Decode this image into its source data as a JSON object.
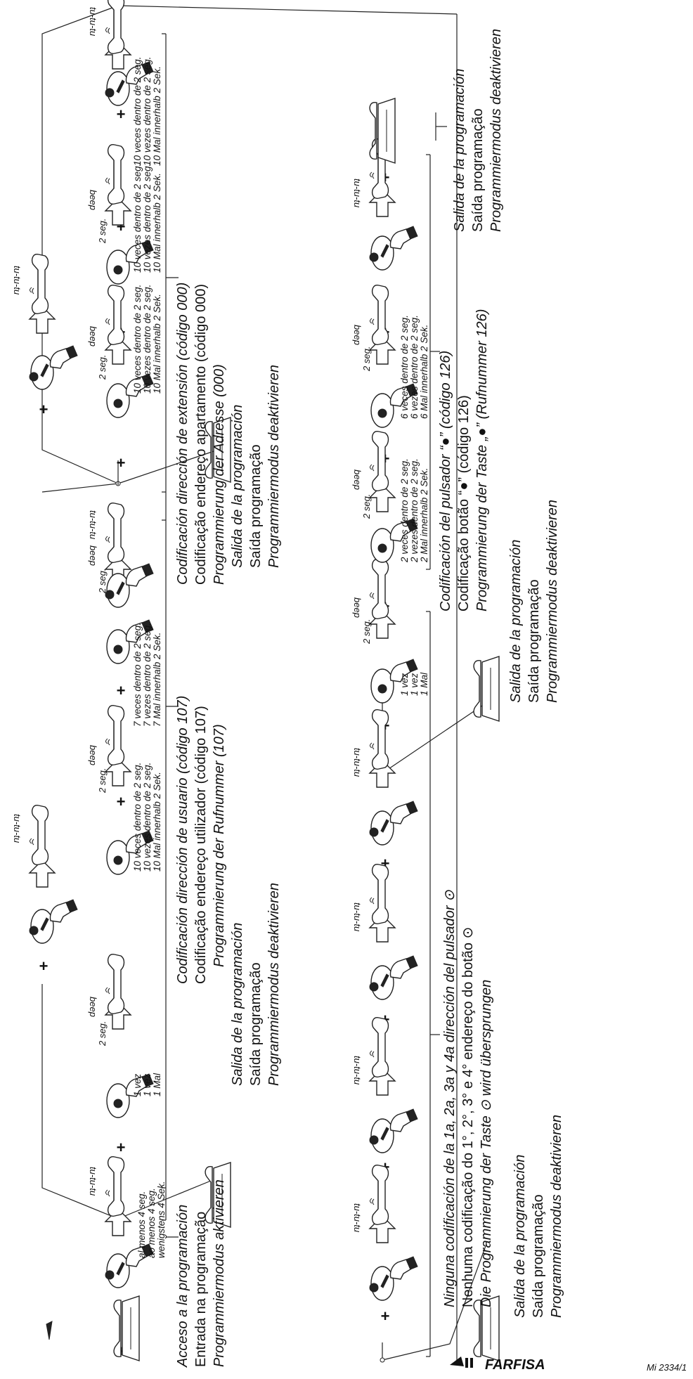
{
  "logo": {
    "text": "FARFISA"
  },
  "doc_code": "Mi 2334/1",
  "step_labels": {
    "hold4": [
      "al menos 4 seg.",
      "ao menos 4 seg.",
      "wenigstens 4 Sek."
    ],
    "once": [
      "1 vez",
      "1 vez",
      "1 Mal"
    ],
    "ten": [
      "10 veces dentro de 2 seg.",
      "10 vezes dentro de 2 seg.",
      "10 Mal innerhalb 2 Sek."
    ],
    "seven": [
      "7 veces dentro de 2 seg.",
      "7 vezes dentro de 2 seg.",
      "7 Mal innerhalb 2 Sek."
    ],
    "two": [
      "2 veces dentro de 2 seg.",
      "2 vezes dentro de 2 seg.",
      "2 Mal innerhalb 2 Sek."
    ],
    "six": [
      "6 veces dentro de 2 seg.",
      "6 vezes dentro de 2 seg.",
      "6 Mal innerhalb 2 Sek."
    ],
    "two_sec": "2 seg.",
    "beep": "beep",
    "tutu": "tu-tu-tu",
    "plus": "+"
  },
  "captions": {
    "access": [
      "Acceso a la programación",
      "Entrada na programação",
      "Programmiermodus aktivieren"
    ],
    "user107": [
      "Codificación dirección de usuario (código 107)",
      "Codificação endereço utilizador (código 107)",
      "Programmierung der Rufnummer  (107)"
    ],
    "ext000": [
      "Codificación dirección de extensión (código 000)",
      "Codificação endereço apartamento (código 000)",
      "Programmierung der Adresse (000)"
    ],
    "exit": [
      "Salida de la programación",
      "Saída programação",
      "Programmiermodus  deaktivieren"
    ],
    "none": [
      "Ninguna codificación de la 1a, 2a, 3a y 4a dirección del pulsador",
      "Nenhuma codificação do 1°, 2°, 3° e 4° endereço do botão",
      "Die Programmierung der Taste",
      "wird übersprungen"
    ],
    "p126": [
      "Codificación del pulsador “",
      "” (código 126)",
      "Codificação botão “",
      "” (código 126)",
      "Programmierung der Taste „",
      "” (Rufnummer 126)"
    ]
  }
}
